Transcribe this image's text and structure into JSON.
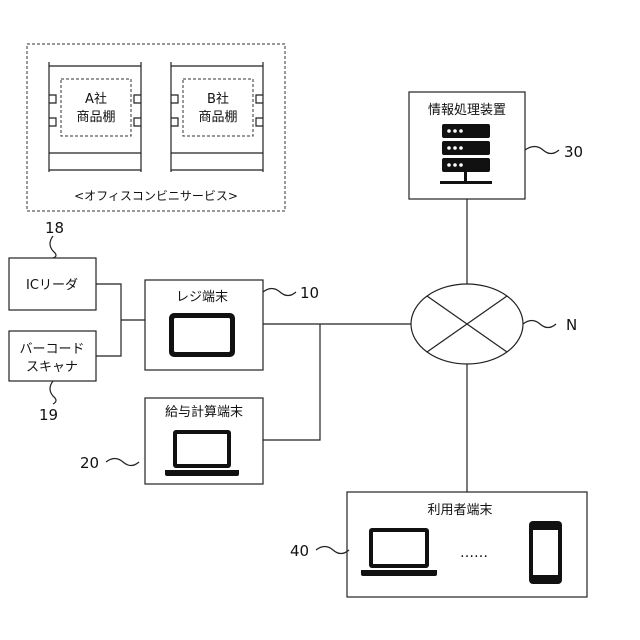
{
  "office_area": {
    "shelf_a": {
      "line1": "A社",
      "line2": "商品棚"
    },
    "shelf_b": {
      "line1": "B社",
      "line2": "商品棚"
    },
    "caption": "<オフィスコンビニサービス>"
  },
  "server": {
    "label": "情報処理装置",
    "ref": "30"
  },
  "register": {
    "label": "レジ端末",
    "ref": "10"
  },
  "ic_reader": {
    "label": "ICリーダ",
    "ref": "18"
  },
  "barcode_scanner": {
    "line1": "バーコード",
    "line2": "スキャナ",
    "ref": "19"
  },
  "payroll": {
    "label": "給与計算端末",
    "ref": "20"
  },
  "network": {
    "ref": "N"
  },
  "user_terminal": {
    "label": "利用者端末",
    "ref": "40",
    "ellipsis": "……"
  }
}
